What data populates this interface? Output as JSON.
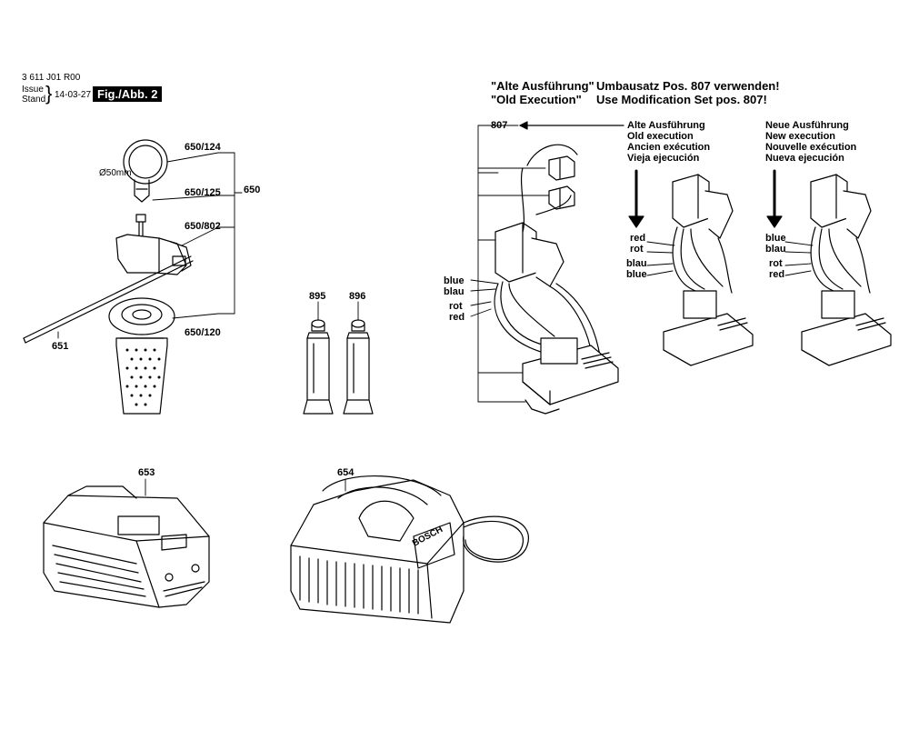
{
  "header": {
    "doc_number": "3 611 J01 R00",
    "issue_label": "Issue",
    "stand_label": "Stand",
    "date": "14-03-27",
    "figure_badge": "Fig./Abb. 2"
  },
  "notice": {
    "line1_left": "\"Alte Ausführung\"",
    "line1_right": "Umbausatz Pos. 807 verwenden!",
    "line2_left": "\"Old Execution\"",
    "line2_right": "Use Modification Set pos. 807!"
  },
  "parts": {
    "p650_124": "650/124",
    "p650_125": "650/125",
    "p650": "650",
    "p650_802": "650/802",
    "p650_120": "650/120",
    "p651": "651",
    "diameter": "Ø50mm",
    "p895": "895",
    "p896": "896",
    "p807": "807",
    "p653": "653",
    "p654": "654"
  },
  "old_execution": {
    "lines": [
      "Alte Ausführung",
      "Old execution",
      "Ancien exécution",
      "Vieja ejecución"
    ],
    "wires": [
      "red",
      "rot",
      "blau",
      "blue"
    ]
  },
  "new_execution": {
    "lines": [
      "Neue Ausführung",
      "New execution",
      "Nouvelle exécution",
      "Nueva ejecución"
    ],
    "wires": [
      "blue",
      "blau",
      "rot",
      "red"
    ]
  },
  "module_wires": [
    "blue",
    "blau",
    "rot",
    "red"
  ],
  "charger_brand": "BOSCH"
}
